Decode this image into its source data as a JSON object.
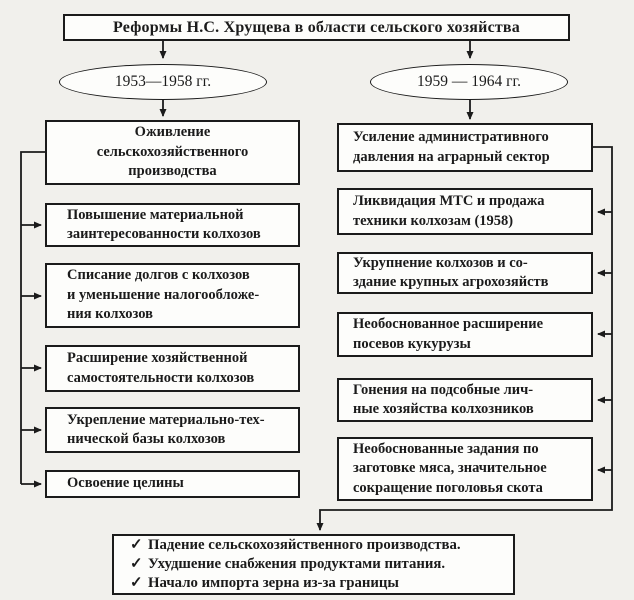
{
  "colors": {
    "background": "#f1f0ec",
    "box_fill": "#fdfdfb",
    "ink": "#1b1b1b"
  },
  "title": "Реформы Н.С. Хрущева в области сельского хозяйства",
  "periods": {
    "left": "1953—1958 гг.",
    "right": "1959 — 1964 гг."
  },
  "left_column": {
    "header": "Оживление\nсельскохозяйственного\nпроизводства",
    "items": [
      "Повышение материальной\nзаинтересованности колхозов",
      "Списание долгов с колхозов\nи уменьшение налогообложе-\nния колхозов",
      "Расширение хозяйственной\nсамостоятельности колхозов",
      "Укрепление материально-тех-\nнической базы колхозов",
      "Освоение целины"
    ]
  },
  "right_column": {
    "header": "Усиление административного\nдавления на аграрный сектор",
    "items": [
      "Ликвидация МТС и продажа\nтехники колхозам (1958)",
      "Укрупнение колхозов и со-\nздание крупных агрохозяйств",
      "Необоснованное расширение\nпосевов кукурузы",
      "Гонения на подсобные лич-\nные хозяйства колхозников",
      "Необоснованные задания по\nзаготовке мяса, значительное\nсокращение поголовья скота"
    ]
  },
  "results": {
    "bullet": "✓",
    "items": [
      "Падение сельскохозяйственного производства.",
      "Ухудшение снабжения продуктами питания.",
      "Начало импорта зерна из-за границы"
    ]
  }
}
